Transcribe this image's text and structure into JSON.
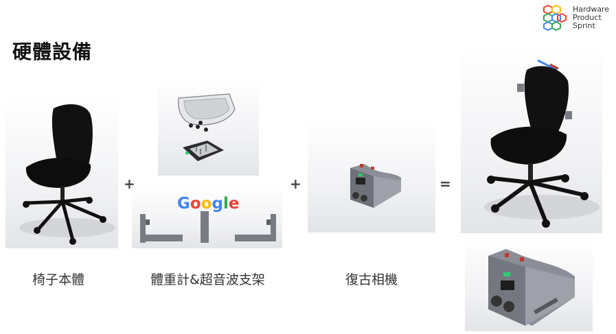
{
  "brand": {
    "line1": "Hardware",
    "line2": "Product",
    "line3": "Sprint"
  },
  "slide": {
    "title": "硬體設備"
  },
  "operators": {
    "plus1": "+",
    "plus2": "+",
    "equals": "="
  },
  "captions": {
    "chair": "椅子本體",
    "scale_mount": "體重計&超音波支架",
    "camera": "復古相機"
  },
  "google_sign": {
    "letters": [
      "G",
      "o",
      "o",
      "g",
      "l",
      "e"
    ],
    "colors": [
      "#4285F4",
      "#EA4335",
      "#FBBC05",
      "#4285F4",
      "#34A853",
      "#EA4335"
    ]
  }
}
